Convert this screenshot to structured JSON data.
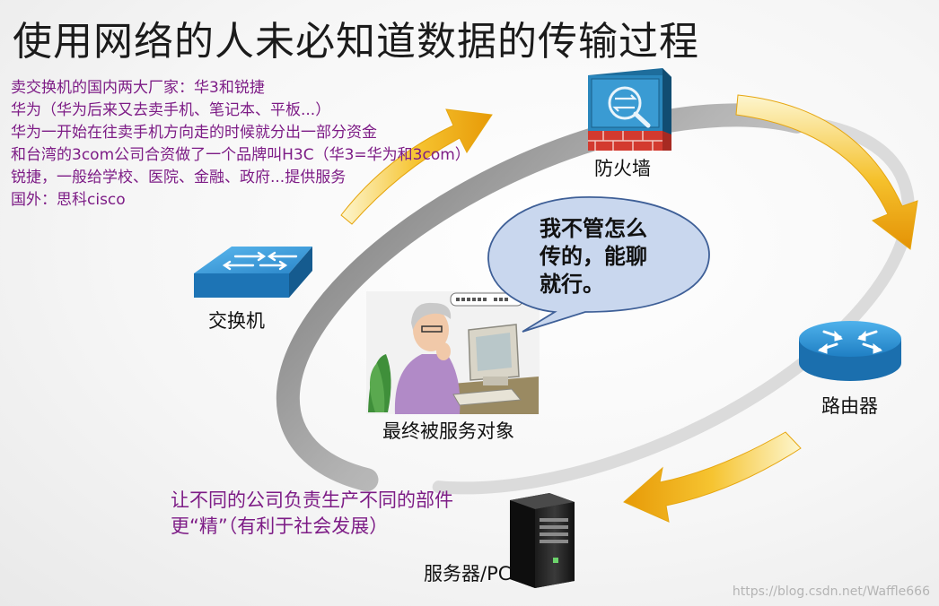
{
  "title": "使用网络的人未必知道数据的传输过程",
  "notes": [
    "卖交换机的国内两大厂家：华3和锐捷",
    "华为（华为后来又去卖手机、笔记本、平板...）",
    "华为一开始在往卖手机方向走的时候就分出一部分资金",
    "和台湾的3com公司合资做了一个品牌叫H3C（华3=华为和3com）",
    "锐捷，一般给学校、医院、金融、政府...提供服务",
    "国外：思科cisco"
  ],
  "nodes": {
    "firewall": "防火墙",
    "switch": "交换机",
    "router": "路由器",
    "user": "最终被服务对象",
    "server": "服务器/PC"
  },
  "bubble": [
    "我不管怎么",
    "传的，能聊",
    "就行。"
  ],
  "slogan": [
    "让不同的公司负责生产不同的部件",
    "更“精”（有利于社会发展）"
  ],
  "watermark": "https://blog.csdn.net/Waffle666",
  "colors": {
    "note_text": "#7d1c86",
    "arrow": "#f2b21a",
    "switch_blue": "#2b8fd0",
    "firewall_brick": "#d8382e"
  }
}
